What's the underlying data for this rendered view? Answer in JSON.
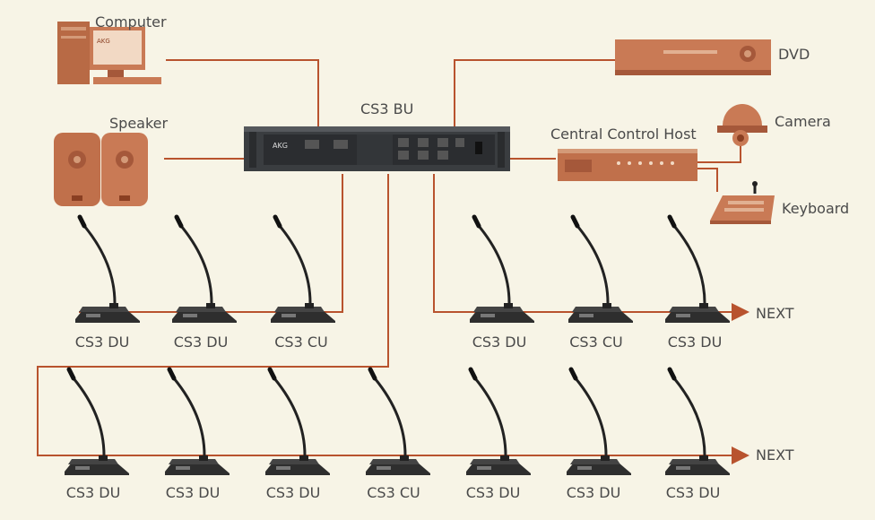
{
  "devices": {
    "computer": "Computer",
    "speaker": "Speaker",
    "bu": "CS3 BU",
    "dvd": "DVD",
    "host": "Central Control Host",
    "camera": "Camera",
    "keyboard": "Keyboard",
    "bu_logo": "AKG",
    "monitor_logo": "AKG"
  },
  "row1": [
    "CS3 DU",
    "CS3 DU",
    "CS3 CU",
    "CS3 DU",
    "CS3 CU",
    "CS3 DU"
  ],
  "row2": [
    "CS3 DU",
    "CS3 DU",
    "CS3 DU",
    "CS3 CU",
    "CS3 DU",
    "CS3 DU",
    "CS3 DU"
  ],
  "next_label": "NEXT",
  "next_label_2": "NEXT",
  "colors": {
    "line": "#b8532e",
    "device": "#c97a55",
    "device_dark": "#a5583a",
    "bu_body": "#3a3d40",
    "label": "#4a4a4a",
    "background": "#f7f4e6"
  }
}
